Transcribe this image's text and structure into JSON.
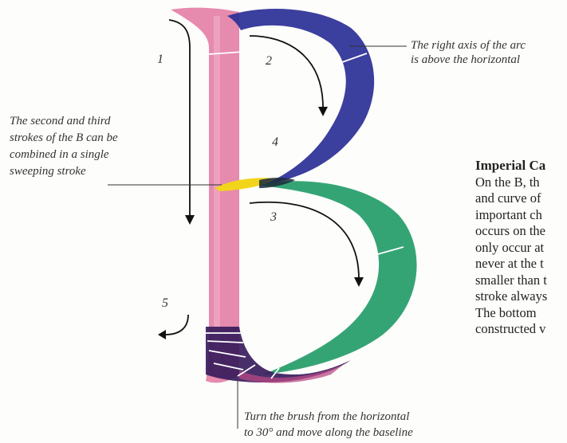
{
  "annotations": {
    "right_axis": [
      "The right axis of the arc",
      "is above the horizontal"
    ],
    "combined": [
      "The second and third",
      "strokes of the B can be",
      "combined in a single",
      "sweeping stroke"
    ],
    "brush": [
      "Turn the brush from the horizontal",
      "to 30° and move along the baseline"
    ]
  },
  "steps": [
    "1",
    "2",
    "3",
    "4",
    "5"
  ],
  "body": {
    "title": "Imperial Ca",
    "lines": [
      "On the B, th",
      "and curve of",
      "important ch",
      "occurs on the",
      "only occur at",
      "never at the t",
      "smaller than t",
      "stroke always",
      "The bottom",
      "constructed v"
    ]
  },
  "colors": {
    "stroke_1": "#e27aa3",
    "stroke_2": "#2a2f96",
    "stroke_3": "#1f9a66",
    "stroke_4": "#f2d51a",
    "stroke_5": "#34185a"
  }
}
